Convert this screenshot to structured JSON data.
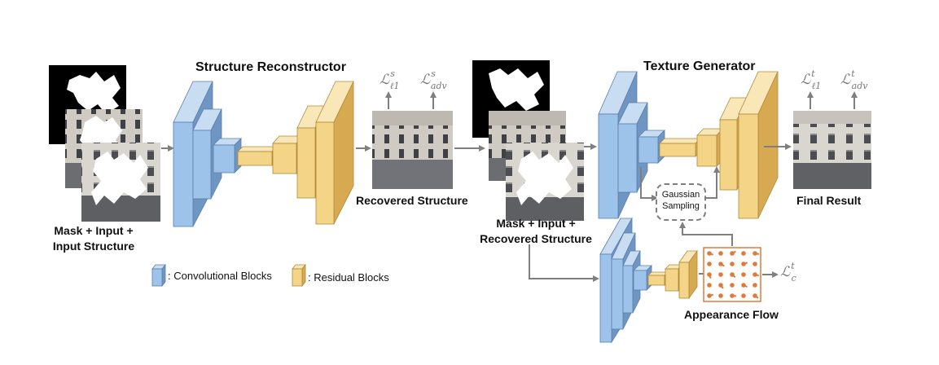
{
  "titles": {
    "structure_reconstructor": "Structure Reconstructor",
    "texture_generator": "Texture Generator"
  },
  "labels": {
    "input_line1": "Mask + Input +",
    "input_line2": "Input Structure",
    "recovered_structure": "Recovered Structure",
    "input2_line1": "Mask + Input +",
    "input2_line2": "Recovered Structure",
    "final_result": "Final Result",
    "gaussian_line1": "Gaussian",
    "gaussian_line2": "Sampling",
    "appearance_flow": "Appearance Flow"
  },
  "losses": {
    "struct_l1": {
      "symbol": "ℒ",
      "sub": "ℓ1",
      "sup": "s"
    },
    "struct_adv": {
      "symbol": "ℒ",
      "sub": "adv",
      "sup": "s"
    },
    "tex_l1": {
      "symbol": "ℒ",
      "sub": "ℓ1",
      "sup": "t"
    },
    "tex_adv": {
      "symbol": "ℒ",
      "sub": "adv",
      "sup": "t"
    },
    "flow_c": {
      "symbol": "ℒ",
      "sub": "c",
      "sup": "t"
    }
  },
  "legend": {
    "conv_label": ": Convolutional Blocks",
    "res_label": ": Residual Blocks"
  },
  "colors": {
    "conv_front": "#9ec3ea",
    "conv_side": "#6f95c2",
    "conv_top": "#c8dcf2",
    "res_front": "#f4d487",
    "res_side": "#d7aa52",
    "res_top": "#fae7b8",
    "arrow": "#7f7f7f",
    "flow_border": "#e07a3c",
    "flow_dots": "#e07a3c"
  }
}
